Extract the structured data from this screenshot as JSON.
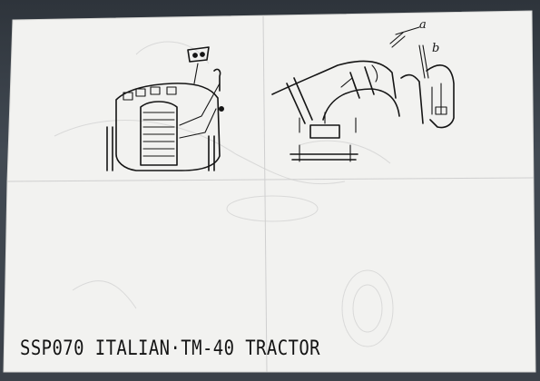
{
  "document": {
    "caption": "SSP070 ITALIAN·TM-40 TRACTOR",
    "part_labels": {
      "a": "a",
      "b": "b"
    }
  },
  "colors": {
    "paper": "#f2f2f0",
    "ink": "#151515",
    "background": "#3a4048"
  }
}
